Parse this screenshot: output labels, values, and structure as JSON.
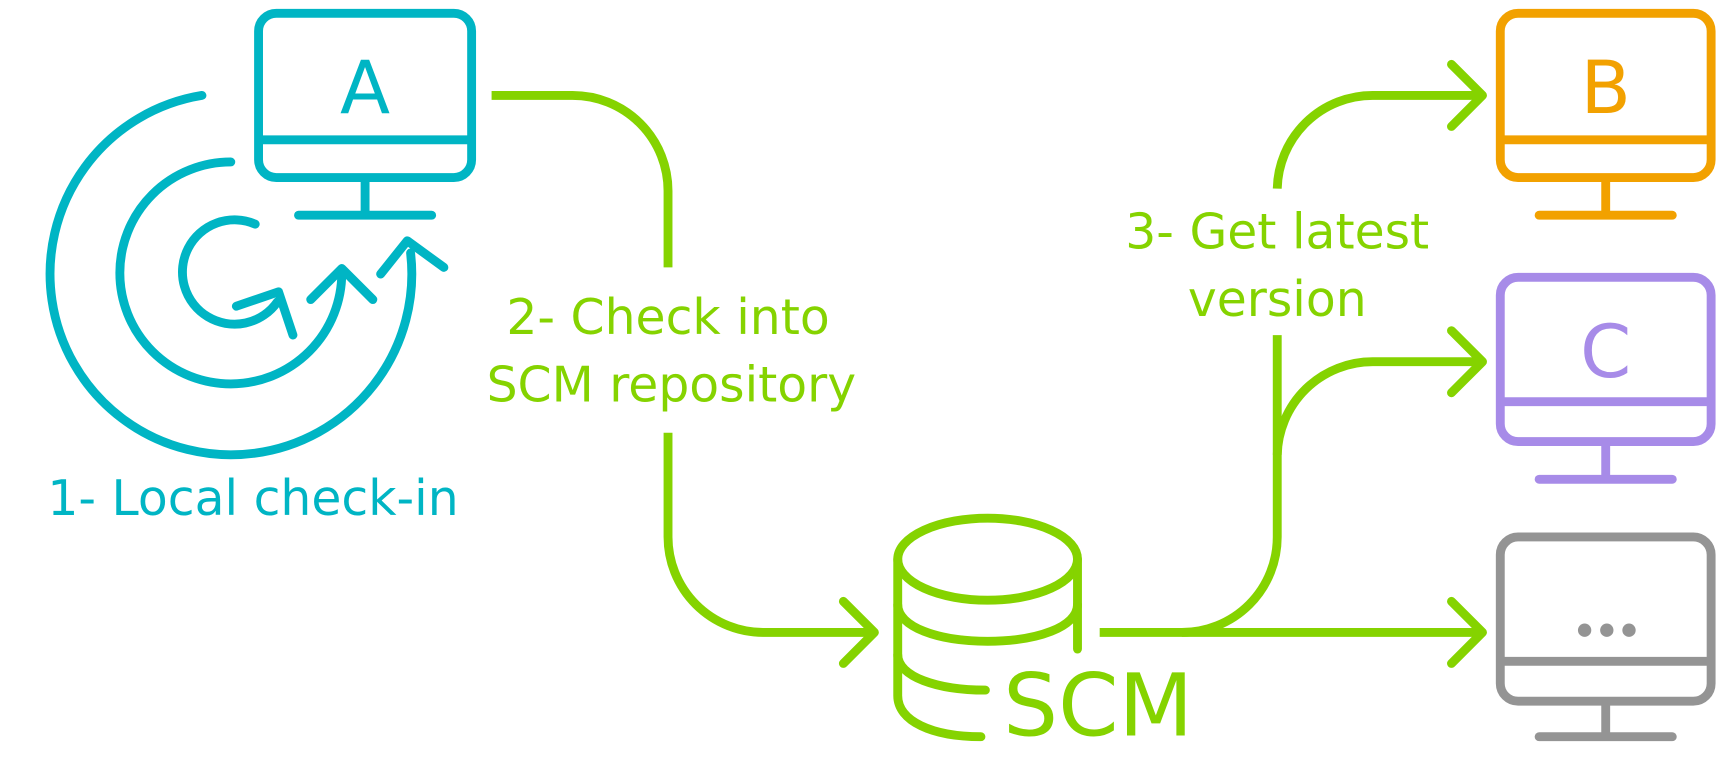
{
  "title": "SCM workflow diagram",
  "colors": {
    "local": "#00b5c4",
    "scm": "#85d300",
    "monitor_b": "#f2a100",
    "monitor_c": "#a78be8",
    "monitor_more": "#949494"
  },
  "monitors": {
    "a": {
      "label": "A"
    },
    "b": {
      "label": "B"
    },
    "c": {
      "label": "C"
    },
    "more": {
      "label": "..."
    }
  },
  "steps": {
    "step1": {
      "line1": "1- Local check-in"
    },
    "step2": {
      "line1": "2- Check into",
      "line2": "SCM repository"
    },
    "step3": {
      "line1": "3- Get latest",
      "line2": "version"
    }
  },
  "repository": {
    "label": "SCM"
  },
  "icons": {
    "local_cycle": "circular-arrows-icon",
    "repo": "database-icon",
    "monitor": "monitor-icon"
  }
}
